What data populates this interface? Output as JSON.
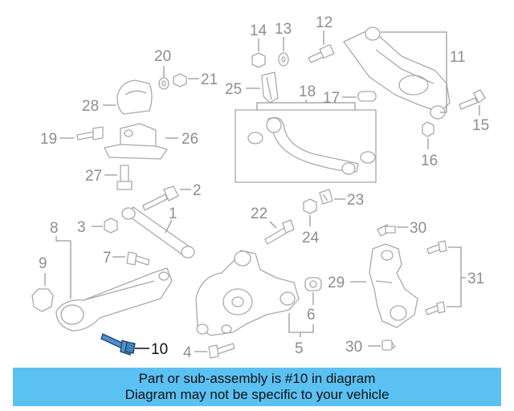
{
  "callouts": {
    "c1": "1",
    "c2": "2",
    "c3": "3",
    "c4": "4",
    "c5": "5",
    "c6": "6",
    "c7": "7",
    "c8": "8",
    "c9": "9",
    "c10": "10",
    "c11": "11",
    "c12": "12",
    "c13": "13",
    "c14": "14",
    "c15": "15",
    "c16": "16",
    "c17": "17",
    "c18": "18",
    "c19": "19",
    "c20": "20",
    "c21": "21",
    "c22": "22",
    "c23": "23",
    "c24": "24",
    "c25": "25",
    "c26": "26",
    "c27": "27",
    "c28": "28",
    "c29": "29",
    "c30a": "30",
    "c30b": "30",
    "c31": "31"
  },
  "highlighted_part": "10",
  "banner": {
    "line1": "Part or sub-assembly is #10 in diagram",
    "line2": "Diagram may not be specific to your vehicle"
  },
  "colors": {
    "banner_bg": "#5bc1f3",
    "highlight_part": "#4f90cc",
    "line_art": "#a9a9a9",
    "callout_text": "#8e8e8e"
  }
}
